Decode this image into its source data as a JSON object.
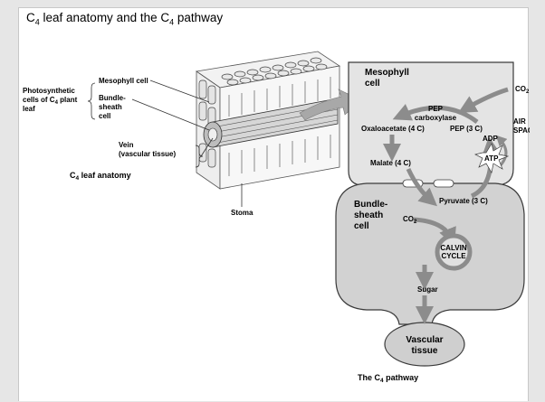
{
  "slide": {
    "title": "C",
    "title_sub": "4",
    "title_mid": " leaf anatomy and the C",
    "title_sub2": "4",
    "title_end": " pathway"
  },
  "anatomy": {
    "photosynthetic_line1": "Photosynthetic",
    "photosynthetic_line2a": "cells of C",
    "photosynthetic_sub": "4",
    "photosynthetic_line2b": " plant",
    "photosynthetic_line3": "leaf",
    "mesophyll_label": "Mesophyll cell",
    "bundle_line1": "Bundle-",
    "bundle_line2": "sheath",
    "bundle_line3": "cell",
    "vein_line1": "Vein",
    "vein_line2": "(vascular tissue)",
    "caption_a": "C",
    "caption_sub": "4",
    "caption_b": " leaf anatomy",
    "stoma_label": "Stoma"
  },
  "pathway": {
    "mesophyll_line1": "Mesophyll",
    "mesophyll_line2": "cell",
    "co2_a": "CO",
    "co2_sub": "2",
    "pep_carboxylase_line1": "PEP",
    "pep_carboxylase_line2": "carboxylase",
    "oxaloacetate": "Oxaloacetate (4 C)",
    "pep": "PEP (3 C)",
    "adp": "ADP",
    "atp": "ATP",
    "air_line1": "AIR",
    "air_line2": "SPACE",
    "malate": "Malate (4 C)",
    "pyruvate": "Pyruvate (3 C)",
    "bundle_line1": "Bundle-",
    "bundle_line2": "sheath",
    "bundle_line3": "cell",
    "co2_b": "CO",
    "co2_b_sub": "2",
    "calvin_line1": "CALVIN",
    "calvin_line2": "CYCLE",
    "sugar": "Sugar",
    "vascular_line1": "Vascular",
    "vascular_line2": "tissue",
    "caption_a": "The C",
    "caption_sub": "4",
    "caption_b": " pathway"
  },
  "colors": {
    "cell_fill": "#d9d9d9",
    "arrow": "#8c8c8c",
    "outline": "#3a3a3a",
    "slide_bg": "#ffffff",
    "page_bg": "#e6e6e6"
  }
}
